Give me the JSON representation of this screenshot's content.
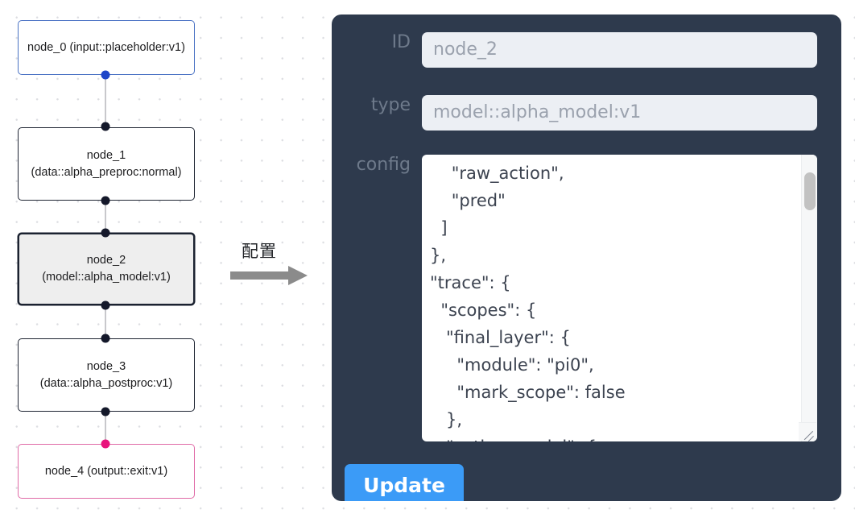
{
  "graph": {
    "nodes": [
      {
        "id": "node_0",
        "label": "node_0\n(input::placeholder:v1)",
        "kind": "input",
        "border_color": "#4a72c4"
      },
      {
        "id": "node_1",
        "label": "node_1\n(data::alpha_preproc:normal)",
        "kind": "default",
        "border_color": "#1f2533"
      },
      {
        "id": "node_2",
        "label": "node_2\n(model::alpha_model:v1)",
        "kind": "selected",
        "border_color": "#1b2230"
      },
      {
        "id": "node_3",
        "label": "node_3\n(data::alpha_postproc:v1)",
        "kind": "default",
        "border_color": "#1f2533"
      },
      {
        "id": "node_4",
        "label": "node_4\n(output::exit:v1)",
        "kind": "output",
        "border_color": "#e06ba7"
      }
    ],
    "handle_colors": {
      "default": "#14182a",
      "input": "#1f46c8",
      "output": "#e8137c"
    },
    "edge_color": "#c8c8cc"
  },
  "annotation": {
    "text": "配置",
    "arrow_icon": "right-arrow-icon",
    "arrow_color": "#8b8b8b"
  },
  "panel": {
    "background_color": "#2e3a4d",
    "fields": [
      {
        "name": "id",
        "label": "ID",
        "value": "node_2"
      },
      {
        "name": "type",
        "label": "type",
        "value": "model::alpha_model:v1"
      },
      {
        "name": "config",
        "label": "config"
      }
    ],
    "config_text": "    \"raw_action\",\n    \"pred\"\n  ]\n},\n\"trace\": {\n  \"scopes\": {\n   \"final_layer\": {\n     \"module\": \"pi0\",\n     \"mark_scope\": false\n   },\n   \"action_model\": {",
    "scrollbar": {
      "name": "config-scrollbar",
      "thumb_color": "#c2c2c2"
    },
    "update_button": {
      "label": "Update",
      "color": "#3b9bf7"
    }
  }
}
